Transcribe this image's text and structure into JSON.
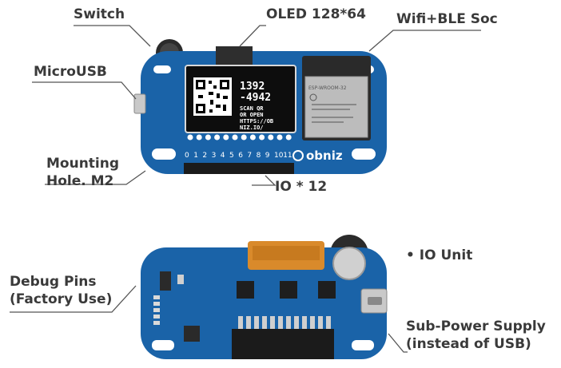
{
  "labels": {
    "switch": "Switch",
    "oled": "OLED 128*64",
    "wifi": "Wifi+BLE Soc",
    "microusb": "MicroUSB",
    "mounting_line1": "Mounting",
    "mounting_line2": "Hole. M2",
    "io12": "IO * 12",
    "io_unit": "• IO Unit",
    "debug_line1": "Debug Pins",
    "debug_line2": "(Factory Use)",
    "subpower_line1": "Sub-Power Supply",
    "subpower_line2": "(instead of USB)"
  },
  "oled_screen": {
    "id_line1": "1392",
    "id_line2": "-4942",
    "msg1": "SCAN QR",
    "msg2": "OR OPEN",
    "msg3": "HTTPS://OB",
    "msg4": "NIZ.IO/"
  },
  "front_board": {
    "io_numbers": [
      "0",
      "1",
      "2",
      "3",
      "4",
      "5",
      "6",
      "7",
      "8",
      "9",
      "10",
      "11"
    ],
    "brand": "obniz",
    "module_text": "ESP-WROOM-32"
  },
  "colors": {
    "pcb": "#1a63a8",
    "pcb_dark": "#124d86",
    "label_text": "#3a3a3a",
    "leader_line": "#555555"
  }
}
